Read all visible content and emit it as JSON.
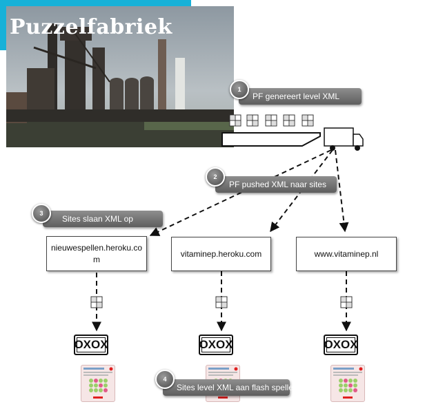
{
  "brand": {
    "title": "Puzzelfabriek",
    "subtitle": "distributie"
  },
  "steps": [
    {
      "number": "1",
      "label": "PF genereert level XML"
    },
    {
      "number": "2",
      "label": "PF pushed XML naar sites"
    },
    {
      "number": "3",
      "label": "Sites slaan XML op"
    },
    {
      "number": "4",
      "label": "Sites level XML aan flash spellen"
    }
  ],
  "sites": [
    {
      "line1": "nieuwespellen.heroku.co",
      "line2": "m"
    },
    {
      "line1": "vitaminep.heroku.com"
    },
    {
      "line1": "www.vitaminep.nl"
    }
  ],
  "games": [
    "OXOX",
    "OXOX",
    "OXOX"
  ],
  "colors": {
    "brand": "#17b1d8",
    "callout": "#6e6e6e",
    "accent_dot": "#e02020"
  }
}
